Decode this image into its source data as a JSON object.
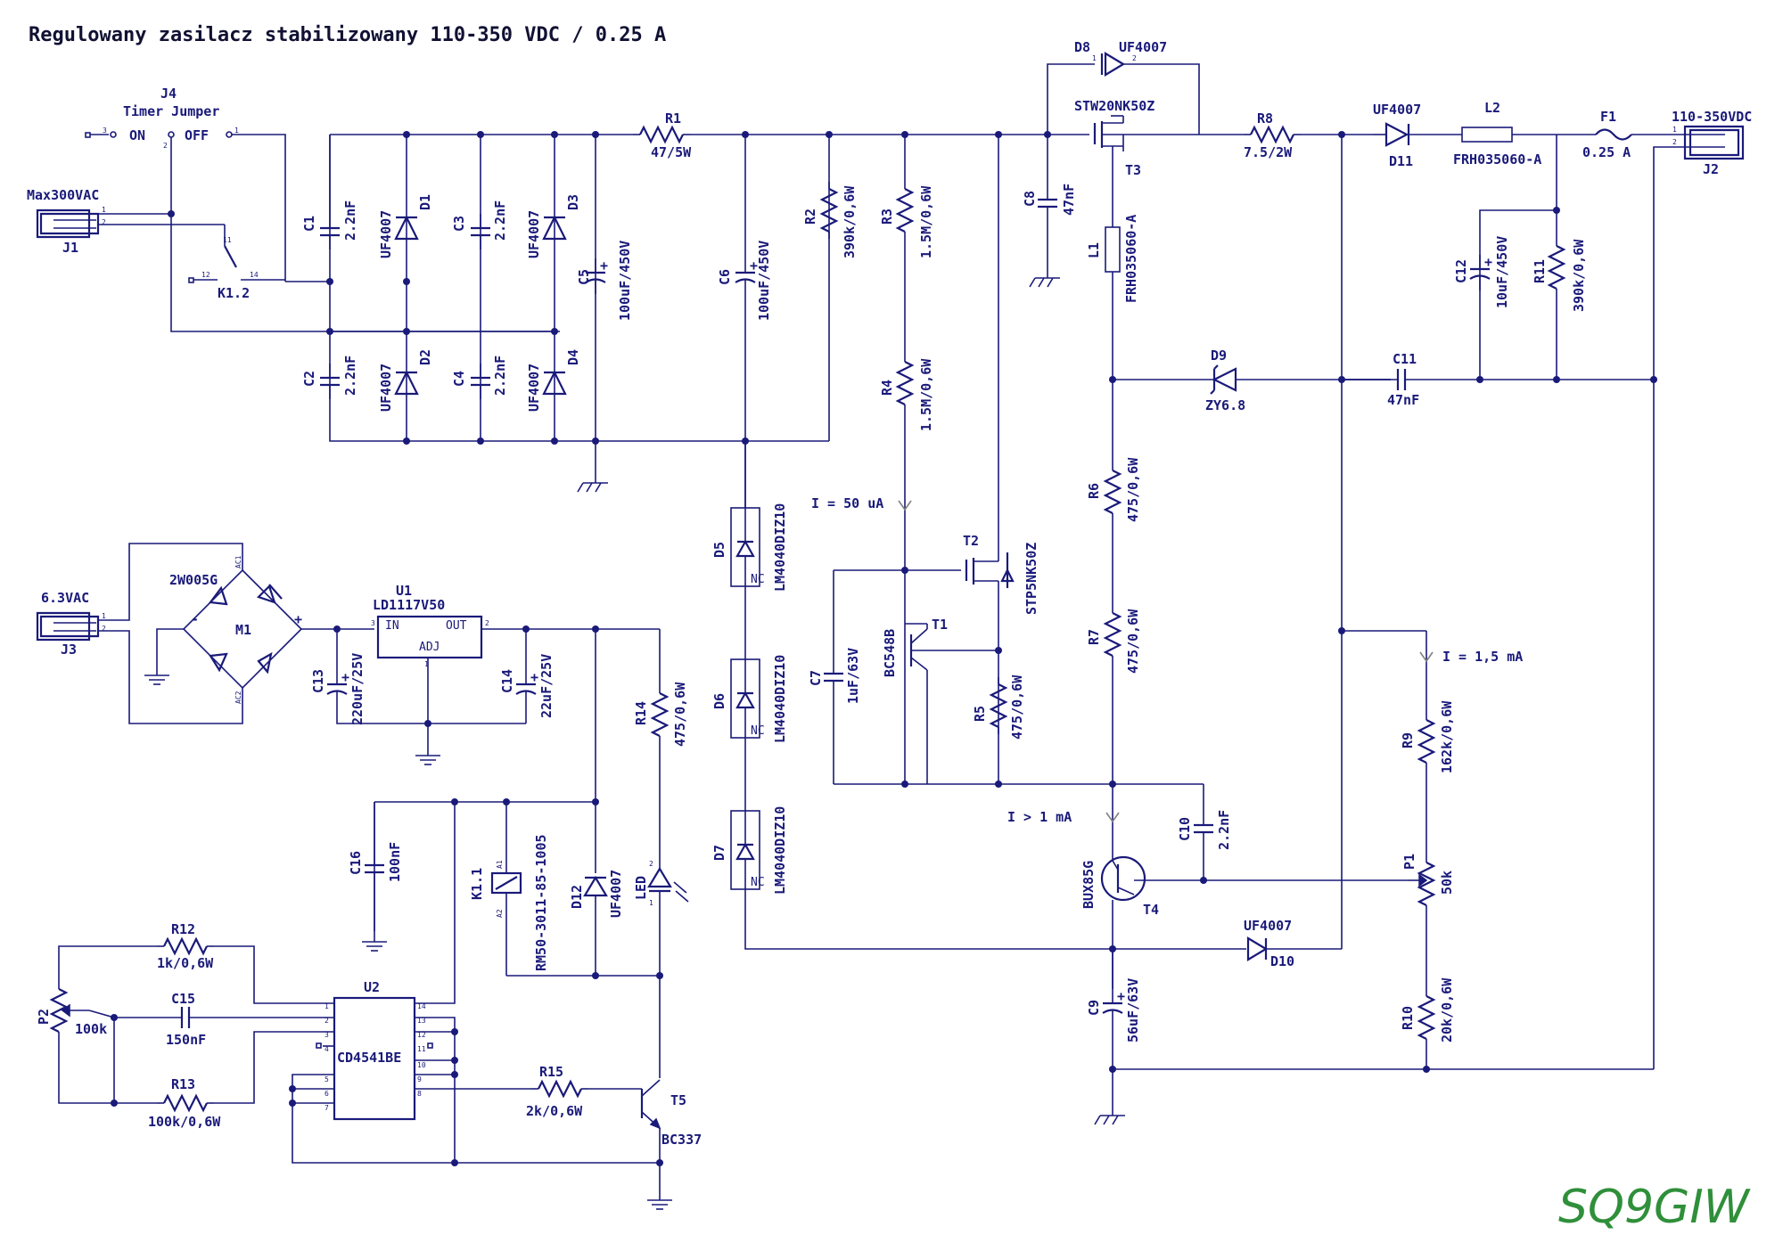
{
  "title": "Regulowany zasilacz stabilizowany 110-350 VDC / 0.25 A",
  "signature": "SQ9GIW",
  "colors": {
    "wire": "#1a1a7a",
    "signature": "#2f8f3a",
    "current_arrow": "#808080"
  },
  "connectors": {
    "j1": {
      "ref": "J1",
      "value": "Max300VAC"
    },
    "j2": {
      "ref": "J2",
      "value": "110-350VDC"
    },
    "j3": {
      "ref": "J3",
      "value": "6.3VAC"
    },
    "j4": {
      "ref": "J4",
      "value": "Timer Jumper",
      "on": "ON",
      "off": "OFF"
    }
  },
  "relay": {
    "k12": "K1.2",
    "k11": "K1.1",
    "k11_value": "RM50-3011-85-1005",
    "a1": "A1",
    "a2": "A2"
  },
  "capacitors": {
    "c1": {
      "ref": "C1",
      "value": "2.2nF"
    },
    "c2": {
      "ref": "C2",
      "value": "2.2nF"
    },
    "c3": {
      "ref": "C3",
      "value": "2.2nF"
    },
    "c4": {
      "ref": "C4",
      "value": "2.2nF"
    },
    "c5": {
      "ref": "C5",
      "value": "100uF/450V"
    },
    "c6": {
      "ref": "C6",
      "value": "100uF/450V"
    },
    "c7": {
      "ref": "C7",
      "value": "1uF/63V"
    },
    "c8": {
      "ref": "C8",
      "value": "47nF"
    },
    "c9": {
      "ref": "C9",
      "value": "56uF/63V"
    },
    "c10": {
      "ref": "C10",
      "value": "2.2nF"
    },
    "c11": {
      "ref": "C11",
      "value": "47nF"
    },
    "c12": {
      "ref": "C12",
      "value": "10uF/450V"
    },
    "c13": {
      "ref": "C13",
      "value": "220uF/25V"
    },
    "c14": {
      "ref": "C14",
      "value": "22uF/25V"
    },
    "c15": {
      "ref": "C15",
      "value": "150nF"
    },
    "c16": {
      "ref": "C16",
      "value": "100nF"
    }
  },
  "diodes": {
    "d1": {
      "ref": "D1",
      "value": "UF4007"
    },
    "d2": {
      "ref": "D2",
      "value": "UF4007"
    },
    "d3": {
      "ref": "D3",
      "value": "UF4007"
    },
    "d4": {
      "ref": "D4",
      "value": "UF4007"
    },
    "d5": {
      "ref": "D5",
      "value": "LM4040DIZ10"
    },
    "d6": {
      "ref": "D6",
      "value": "LM4040DIZ10"
    },
    "d7": {
      "ref": "D7",
      "value": "LM4040DIZ10"
    },
    "d8": {
      "ref": "D8",
      "value": "UF4007"
    },
    "d9": {
      "ref": "D9",
      "value": "ZY6.8"
    },
    "d10": {
      "ref": "D10",
      "value": "UF4007"
    },
    "d11": {
      "ref": "D11",
      "value": "UF4007"
    },
    "d12": {
      "ref": "D12",
      "value": "UF4007"
    },
    "led": {
      "value": "LED"
    },
    "nc": "NC"
  },
  "resistors": {
    "r1": {
      "ref": "R1",
      "value": "47/5W"
    },
    "r2": {
      "ref": "R2",
      "value": "390k/0,6W"
    },
    "r3": {
      "ref": "R3",
      "value": "1.5M/0,6W"
    },
    "r4": {
      "ref": "R4",
      "value": "1.5M/0,6W"
    },
    "r5": {
      "ref": "R5",
      "value": "475/0,6W"
    },
    "r6": {
      "ref": "R6",
      "value": "475/0,6W"
    },
    "r7": {
      "ref": "R7",
      "value": "475/0,6W"
    },
    "r8": {
      "ref": "R8",
      "value": "7.5/2W"
    },
    "r9": {
      "ref": "R9",
      "value": "162k/0,6W"
    },
    "r10": {
      "ref": "R10",
      "value": "20k/0,6W"
    },
    "r11": {
      "ref": "R11",
      "value": "390k/0,6W"
    },
    "r12": {
      "ref": "R12",
      "value": "1k/0,6W"
    },
    "r13": {
      "ref": "R13",
      "value": "100k/0,6W"
    },
    "r14": {
      "ref": "R14",
      "value": "475/0,6W"
    },
    "r15": {
      "ref": "R15",
      "value": "2k/0,6W"
    }
  },
  "pots": {
    "p1": {
      "ref": "P1",
      "value": "50k"
    },
    "p2": {
      "ref": "P2",
      "value": "100k"
    }
  },
  "inductors": {
    "l1": {
      "ref": "L1",
      "value": "FRH035060-A"
    },
    "l2": {
      "ref": "L2",
      "value": "FRH035060-A"
    }
  },
  "fuse": {
    "ref": "F1",
    "value": "0.25 A"
  },
  "transistors": {
    "t1": {
      "ref": "T1",
      "value": "BC548B"
    },
    "t2": {
      "ref": "T2",
      "value": "STP5NK50Z"
    },
    "t3": {
      "ref": "T3",
      "value": "STW20NK50Z"
    },
    "t4": {
      "ref": "T4",
      "value": "BUX85G"
    },
    "t5": {
      "ref": "T5",
      "value": "BC337"
    }
  },
  "ics": {
    "m1": {
      "ref": "M1",
      "value": "2W005G",
      "ac1": "AC1",
      "ac2": "AC2",
      "plus": "+",
      "minus": "-"
    },
    "u1": {
      "ref": "U1",
      "value": "LD1117V50",
      "in": "IN",
      "out": "OUT",
      "adj": "ADJ"
    },
    "u2": {
      "ref": "U2",
      "value": "CD4541BE"
    }
  },
  "currents": {
    "i50": "I = 50 uA",
    "i15": "I = 1,5 mA",
    "i1": "I > 1 mA"
  },
  "pins": {
    "p1": "1",
    "p2": "2",
    "p3": "3",
    "p4": "4",
    "p5": "5",
    "p6": "6",
    "p7": "7",
    "p8": "8",
    "p9": "9",
    "p10": "10",
    "p11": "11",
    "p12": "12",
    "p13": "13",
    "p14": "14",
    "plus": "+"
  }
}
